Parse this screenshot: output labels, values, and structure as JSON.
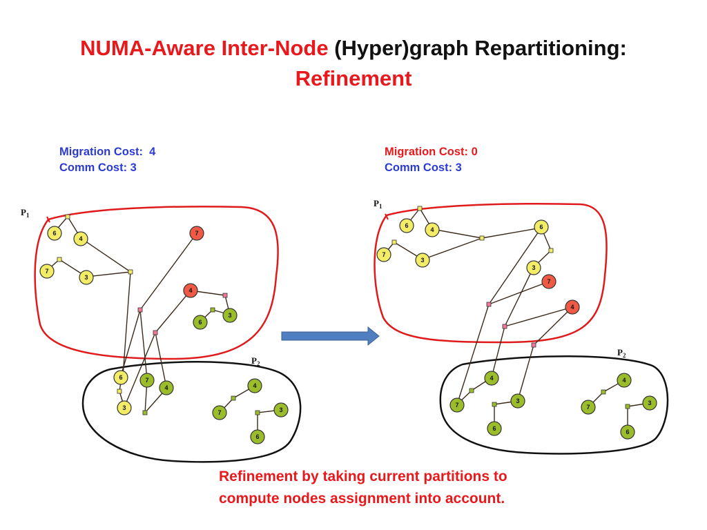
{
  "title": {
    "part1": "NUMA-Aware Inter-Node",
    "part2": " (Hyper)graph Repartitioning:",
    "part3": "Refinement"
  },
  "left": {
    "migration_label": "Migration Cost:  ",
    "migration_value": "4",
    "comm_label": "Comm Cost: ",
    "comm_value": "3",
    "p1": "P",
    "p1_sub": "1",
    "p2": "P",
    "p2_sub": "2"
  },
  "right": {
    "migration_label": "Migration Cost: ",
    "migration_value": "0",
    "comm_label": "Comm Cost: ",
    "comm_value": "3",
    "p1": "P",
    "p1_sub": "1",
    "p2": "P",
    "p2_sub": "2"
  },
  "caption": {
    "line1": "Refinement by taking current partitions to",
    "line2": "compute nodes assignment into account."
  },
  "colors": {
    "red_text": "#e8191c",
    "blue_text": "#2b3bd1",
    "arrow": "#4f7fc0",
    "yellow_node": "#f3ec67",
    "green_node": "#9bbd2c",
    "red_node": "#ee5a45",
    "pink_hyperedge": "#f07a9a"
  },
  "diagrams": {
    "left": {
      "nodes": [
        {
          "label": "6",
          "color": "yellow"
        },
        {
          "label": "4",
          "color": "yellow"
        },
        {
          "label": "7",
          "color": "yellow"
        },
        {
          "label": "3",
          "color": "yellow"
        },
        {
          "label": "7",
          "color": "red"
        },
        {
          "label": "4",
          "color": "red"
        },
        {
          "label": "6",
          "color": "green"
        },
        {
          "label": "3",
          "color": "green"
        },
        {
          "label": "6",
          "color": "yellow"
        },
        {
          "label": "3",
          "color": "yellow"
        },
        {
          "label": "7",
          "color": "green"
        },
        {
          "label": "4",
          "color": "green"
        },
        {
          "label": "4",
          "color": "green"
        },
        {
          "label": "7",
          "color": "green"
        },
        {
          "label": "3",
          "color": "green"
        },
        {
          "label": "6",
          "color": "green"
        }
      ]
    },
    "right": {
      "nodes": [
        {
          "label": "6",
          "color": "yellow"
        },
        {
          "label": "4",
          "color": "yellow"
        },
        {
          "label": "7",
          "color": "yellow"
        },
        {
          "label": "3",
          "color": "yellow"
        },
        {
          "label": "6",
          "color": "yellow"
        },
        {
          "label": "3",
          "color": "yellow"
        },
        {
          "label": "7",
          "color": "red"
        },
        {
          "label": "4",
          "color": "red"
        },
        {
          "label": "4",
          "color": "green"
        },
        {
          "label": "7",
          "color": "green"
        },
        {
          "label": "3",
          "color": "green"
        },
        {
          "label": "6",
          "color": "green"
        },
        {
          "label": "4",
          "color": "green"
        },
        {
          "label": "7",
          "color": "green"
        },
        {
          "label": "3",
          "color": "green"
        },
        {
          "label": "6",
          "color": "green"
        }
      ]
    }
  }
}
